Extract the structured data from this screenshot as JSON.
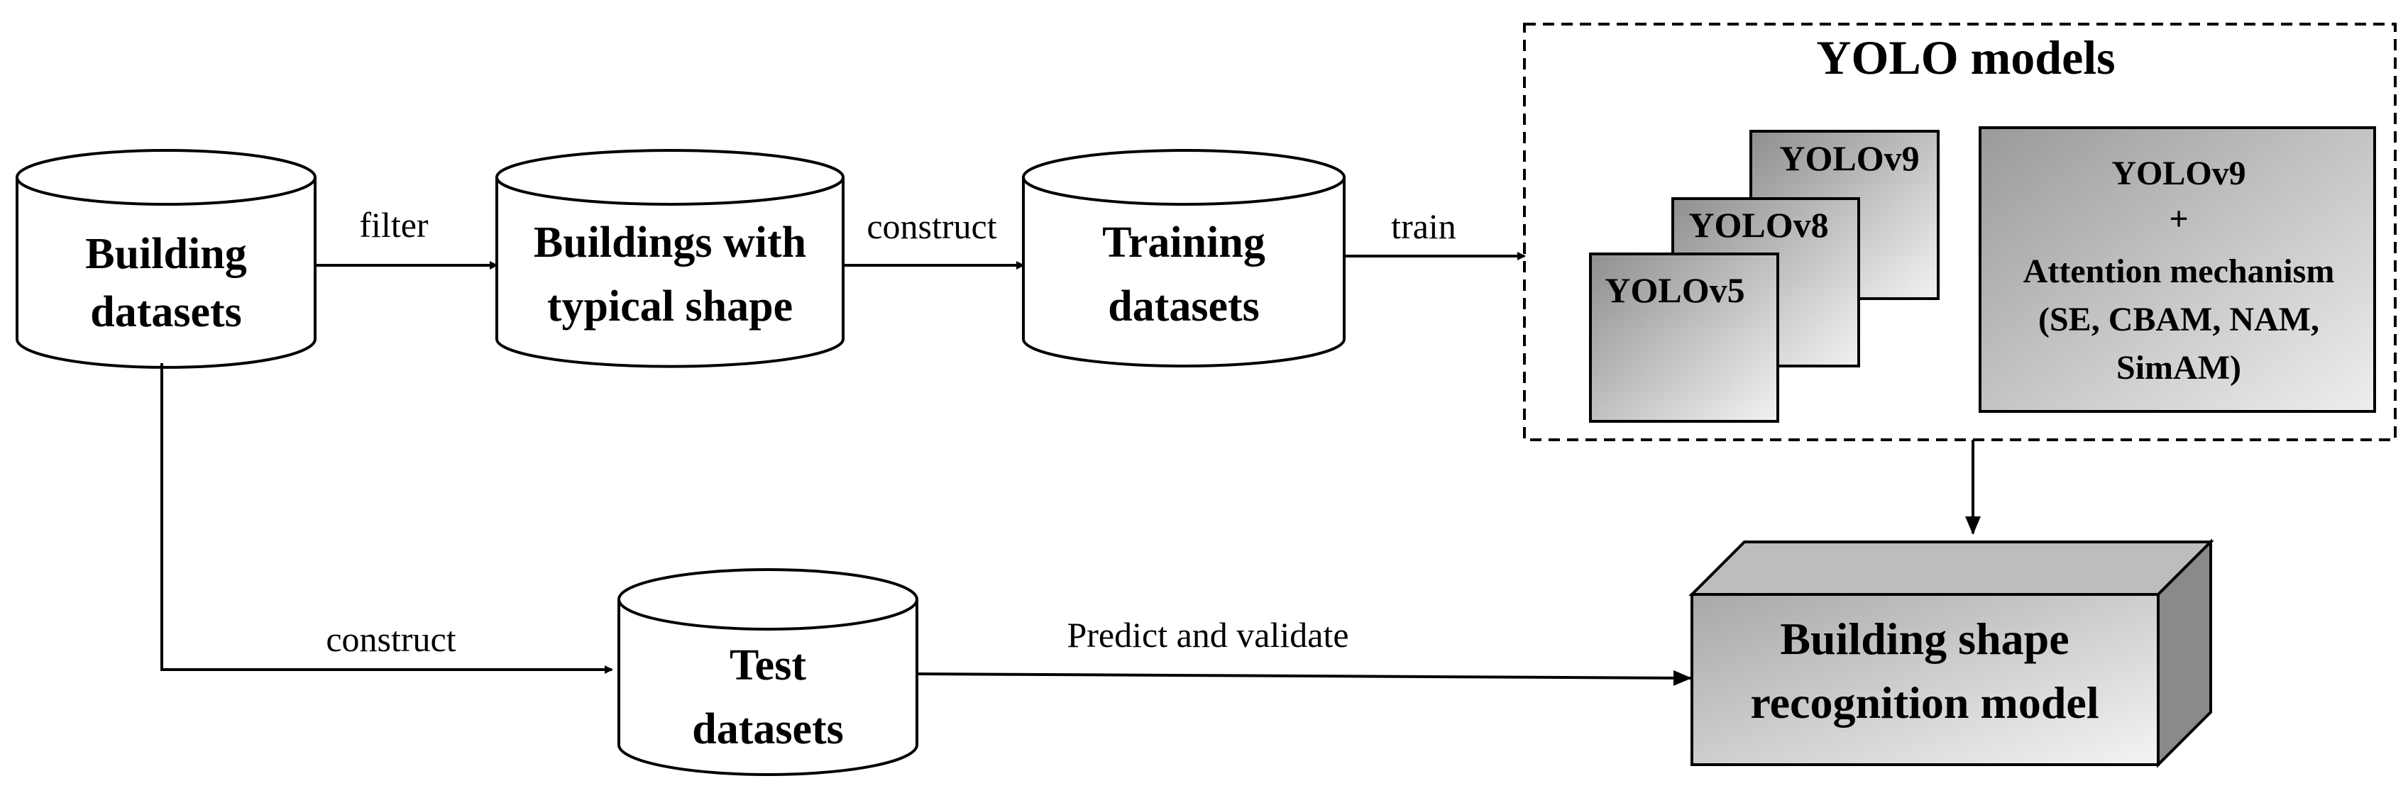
{
  "nodes": {
    "building_datasets": [
      "Building",
      "datasets"
    ],
    "typical_shape": [
      "Buildings with",
      "typical shape"
    ],
    "training_datasets": [
      "Training",
      "datasets"
    ],
    "test_datasets": [
      "Test",
      "datasets"
    ],
    "recognition_model": [
      "Building shape",
      "recognition model"
    ]
  },
  "yolo_group": {
    "title": "YOLO models",
    "models": [
      "YOLOv9",
      "YOLOv8",
      "YOLOv5"
    ],
    "attention_box": [
      "YOLOv9",
      "+",
      "Attention mechanism",
      "(SE, CBAM, NAM,",
      "SimAM)"
    ]
  },
  "edges": {
    "filter": "filter",
    "construct_top": "construct",
    "train": "train",
    "construct_bottom": "construct",
    "predict": "Predict and validate"
  }
}
